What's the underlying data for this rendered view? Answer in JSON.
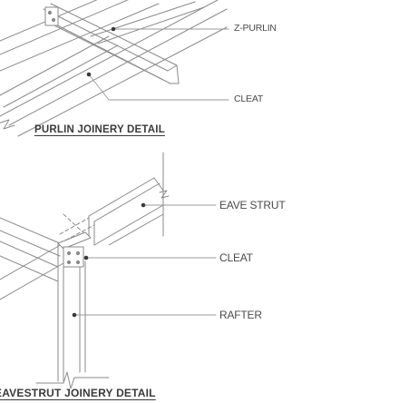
{
  "purlin_detail": {
    "title": "PURLIN JOINERY DETAIL",
    "callouts": [
      "Z-PURLIN",
      "CLEAT"
    ]
  },
  "eavestrut_detail": {
    "title": "EAVESTRUT JOINERY DETAIL",
    "callouts": [
      "EAVE STRUT",
      "CLEAT",
      "RAFTER"
    ]
  },
  "colors": {
    "line": "#8a8a8a",
    "text": "#4a4a4a",
    "leader": "#9a9a9a"
  }
}
